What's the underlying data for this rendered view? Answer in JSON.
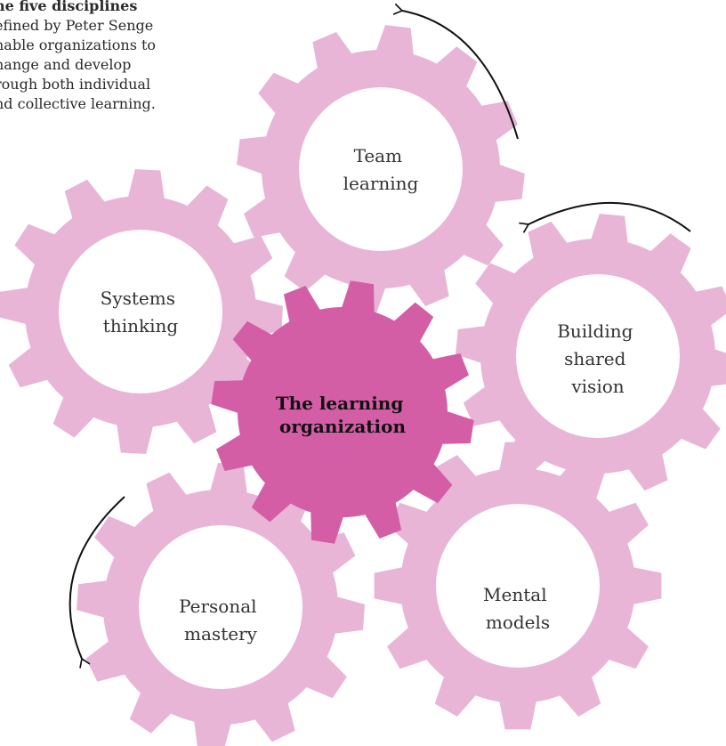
{
  "intro": {
    "title": "he five disciplines",
    "lines": [
      "efined by Peter Senge",
      "nable organizations to",
      "hange and develop",
      "rough both individual",
      "nd collective learning."
    ]
  },
  "center": {
    "lines": [
      "The learning",
      "organization"
    ],
    "color": "#d45ea5"
  },
  "gear_color": "#e8b5d6",
  "arrow_color": "#111111",
  "disciplines": [
    {
      "id": "team-learning",
      "lines": [
        "Team",
        "learning"
      ]
    },
    {
      "id": "systems-thinking",
      "lines": [
        "Systems",
        "thinking"
      ]
    },
    {
      "id": "building-shared-vision",
      "lines": [
        "Building",
        "shared",
        "vision"
      ]
    },
    {
      "id": "personal-mastery",
      "lines": [
        "Personal",
        "mastery"
      ]
    },
    {
      "id": "mental-models",
      "lines": [
        "Mental",
        "models"
      ]
    }
  ]
}
